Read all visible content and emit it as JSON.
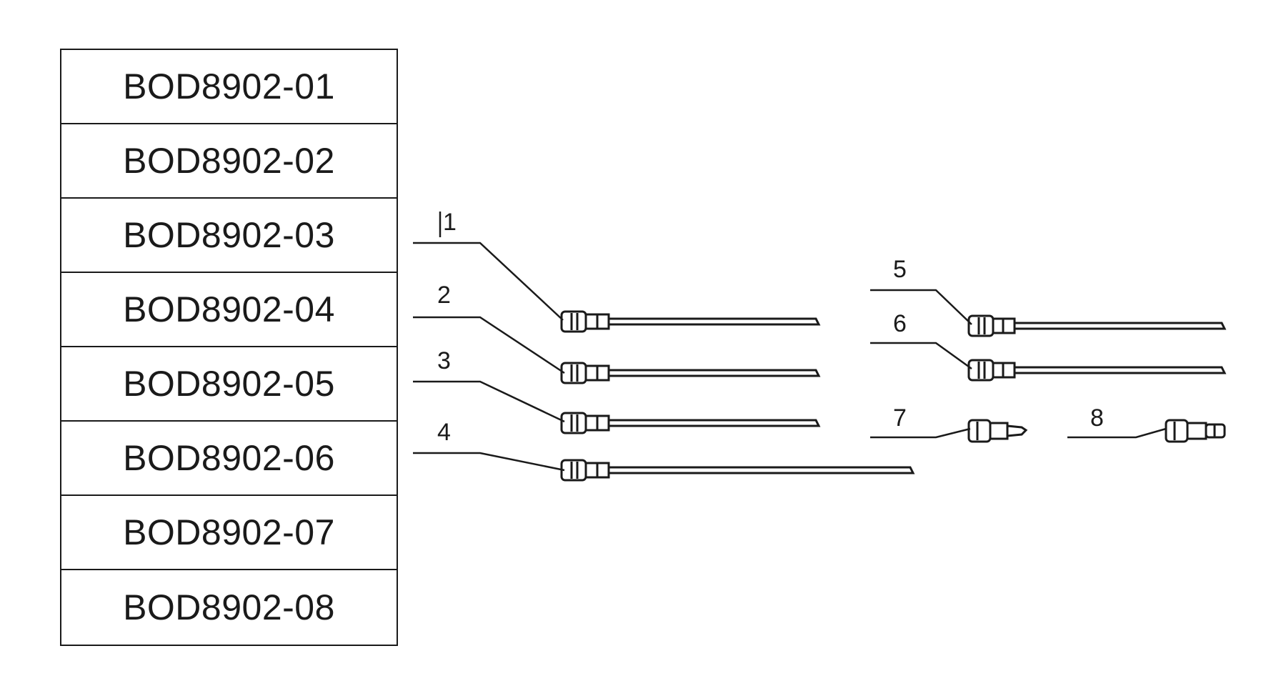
{
  "table": {
    "rows": [
      {
        "code": "BOD8902-01"
      },
      {
        "code": "BOD8902-02"
      },
      {
        "code": "BOD8902-03"
      },
      {
        "code": "BOD8902-04"
      },
      {
        "code": "BOD8902-05"
      },
      {
        "code": "BOD8902-06"
      },
      {
        "code": "BOD8902-07"
      },
      {
        "code": "BOD8902-08"
      }
    ]
  },
  "callouts": [
    {
      "id": "callout-1",
      "label": "1"
    },
    {
      "id": "callout-2",
      "label": "2"
    },
    {
      "id": "callout-3",
      "label": "3"
    },
    {
      "id": "callout-4",
      "label": "4"
    },
    {
      "id": "callout-5",
      "label": "5"
    },
    {
      "id": "callout-6",
      "label": "6"
    },
    {
      "id": "callout-7",
      "label": "7"
    },
    {
      "id": "callout-8",
      "label": "8"
    }
  ],
  "colors": {
    "ink": "#1a1a1a",
    "background": "#ffffff"
  }
}
